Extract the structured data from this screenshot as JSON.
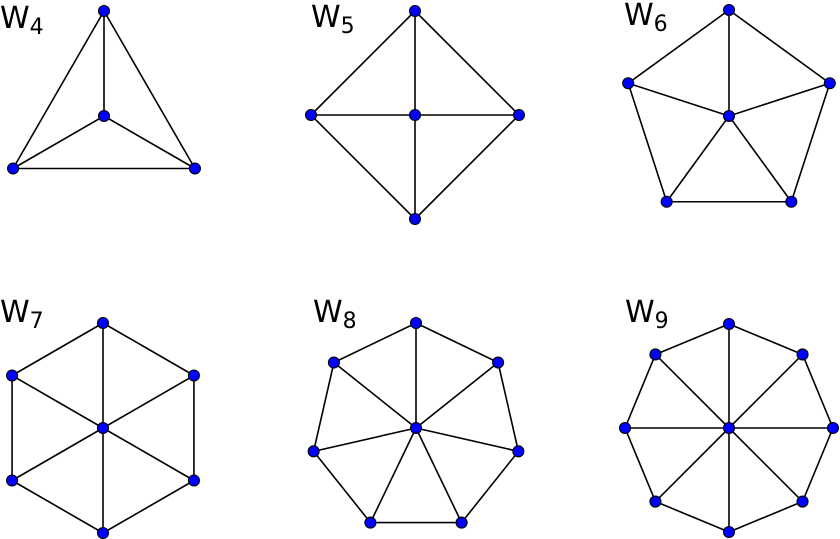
{
  "colors": {
    "vertex_fill": "#0000ff",
    "edge_stroke": "#000000",
    "background": "#ffffff"
  },
  "graphs": [
    {
      "id": "w4",
      "letter": "W",
      "subscript": "4",
      "vertex_count": 4
    },
    {
      "id": "w5",
      "letter": "W",
      "subscript": "5",
      "vertex_count": 5
    },
    {
      "id": "w6",
      "letter": "W",
      "subscript": "6",
      "vertex_count": 6
    },
    {
      "id": "w7",
      "letter": "W",
      "subscript": "7",
      "vertex_count": 7
    },
    {
      "id": "w8",
      "letter": "W",
      "subscript": "8",
      "vertex_count": 8
    },
    {
      "id": "w9",
      "letter": "W",
      "subscript": "9",
      "vertex_count": 9
    }
  ]
}
